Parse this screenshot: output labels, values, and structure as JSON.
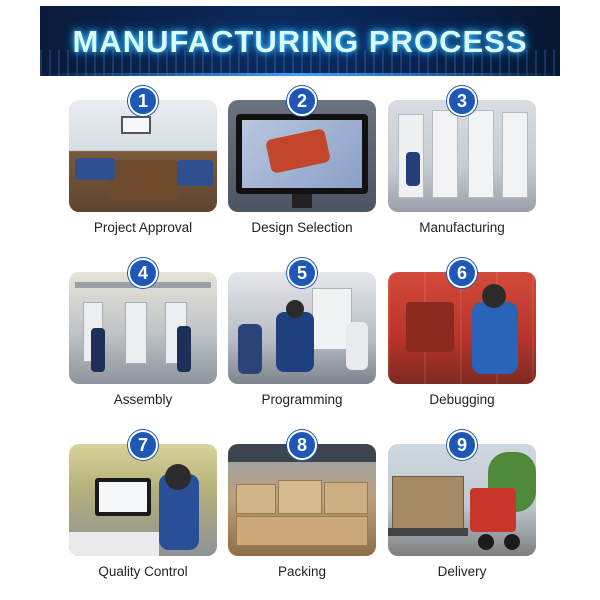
{
  "header": {
    "title": "MANUFACTURING PROCESS"
  },
  "steps": [
    {
      "number": "1",
      "label": "Project Approval"
    },
    {
      "number": "2",
      "label": "Design Selection"
    },
    {
      "number": "3",
      "label": "Manufacturing"
    },
    {
      "number": "4",
      "label": "Assembly"
    },
    {
      "number": "5",
      "label": "Programming"
    },
    {
      "number": "6",
      "label": "Debugging"
    },
    {
      "number": "7",
      "label": "Quality Control"
    },
    {
      "number": "8",
      "label": "Packing"
    },
    {
      "number": "9",
      "label": "Delivery"
    }
  ],
  "colors": {
    "badge": "#1f57b6",
    "banner": "#0b2a5c",
    "title_glow": "#3ecbff"
  }
}
